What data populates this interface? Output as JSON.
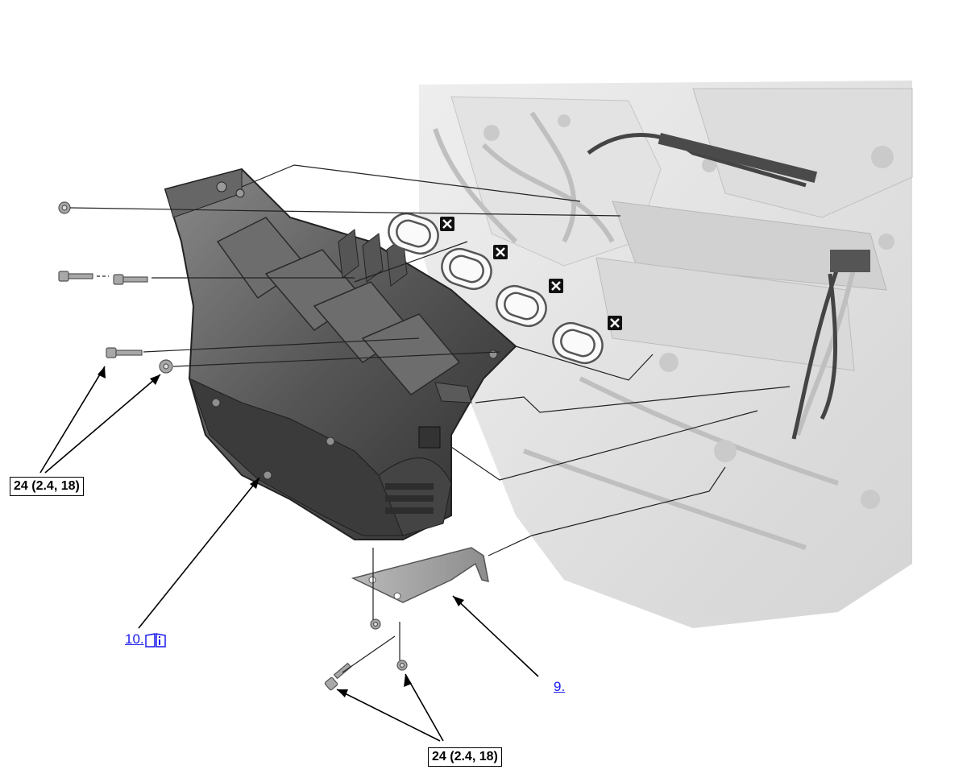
{
  "callouts": {
    "torque_left": "24 (2.4, 18)",
    "torque_bottom": "24 (2.4, 18)",
    "ref_manifold": "10.",
    "ref_bracket": "9."
  },
  "icons": {
    "gasket_replace": "replace-x-icon",
    "manual_reference": "book-info-icon"
  },
  "colors": {
    "link": "#1a1aee",
    "leader": "#000000",
    "part_dark": "#3e3e3e",
    "engine_ghost": "#d4d4d4"
  }
}
